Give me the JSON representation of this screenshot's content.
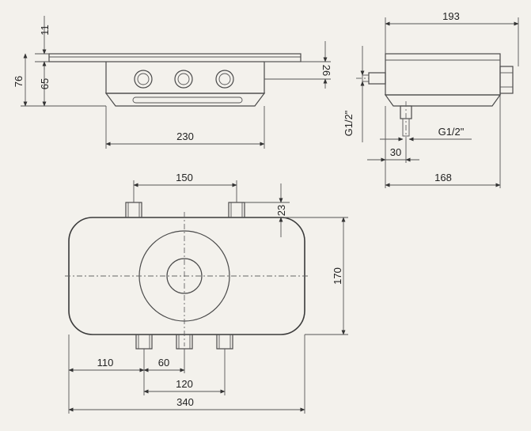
{
  "dimensions": {
    "top_view": {
      "top_gap": "11",
      "total_height": "76",
      "body_height": "65",
      "outlet_height": "26",
      "width": "230"
    },
    "side_view": {
      "total_width": "193",
      "inlet_thread": "G1/2\"",
      "outlet_thread": "G1/2\"",
      "pipe_offset": "30",
      "depth": "168"
    },
    "front_view": {
      "top_spacing": "150",
      "top_pipe_height": "23",
      "height": "170",
      "left_offset": "110",
      "pipe_spacing": "60",
      "outer_spacing": "120",
      "total_width": "340"
    }
  }
}
